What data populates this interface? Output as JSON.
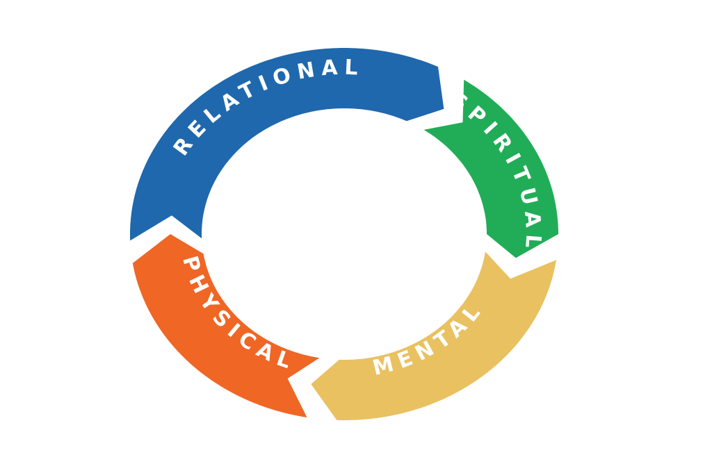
{
  "diagram": {
    "type": "cycle",
    "segments": [
      {
        "label": "RELATIONAL",
        "color": "#1f68ad"
      },
      {
        "label": "SPIRITUAL",
        "color": "#21ad57"
      },
      {
        "label": "MENTAL",
        "color": "#e9c161"
      },
      {
        "label": "PHYSICAL",
        "color": "#ef6625"
      }
    ]
  }
}
